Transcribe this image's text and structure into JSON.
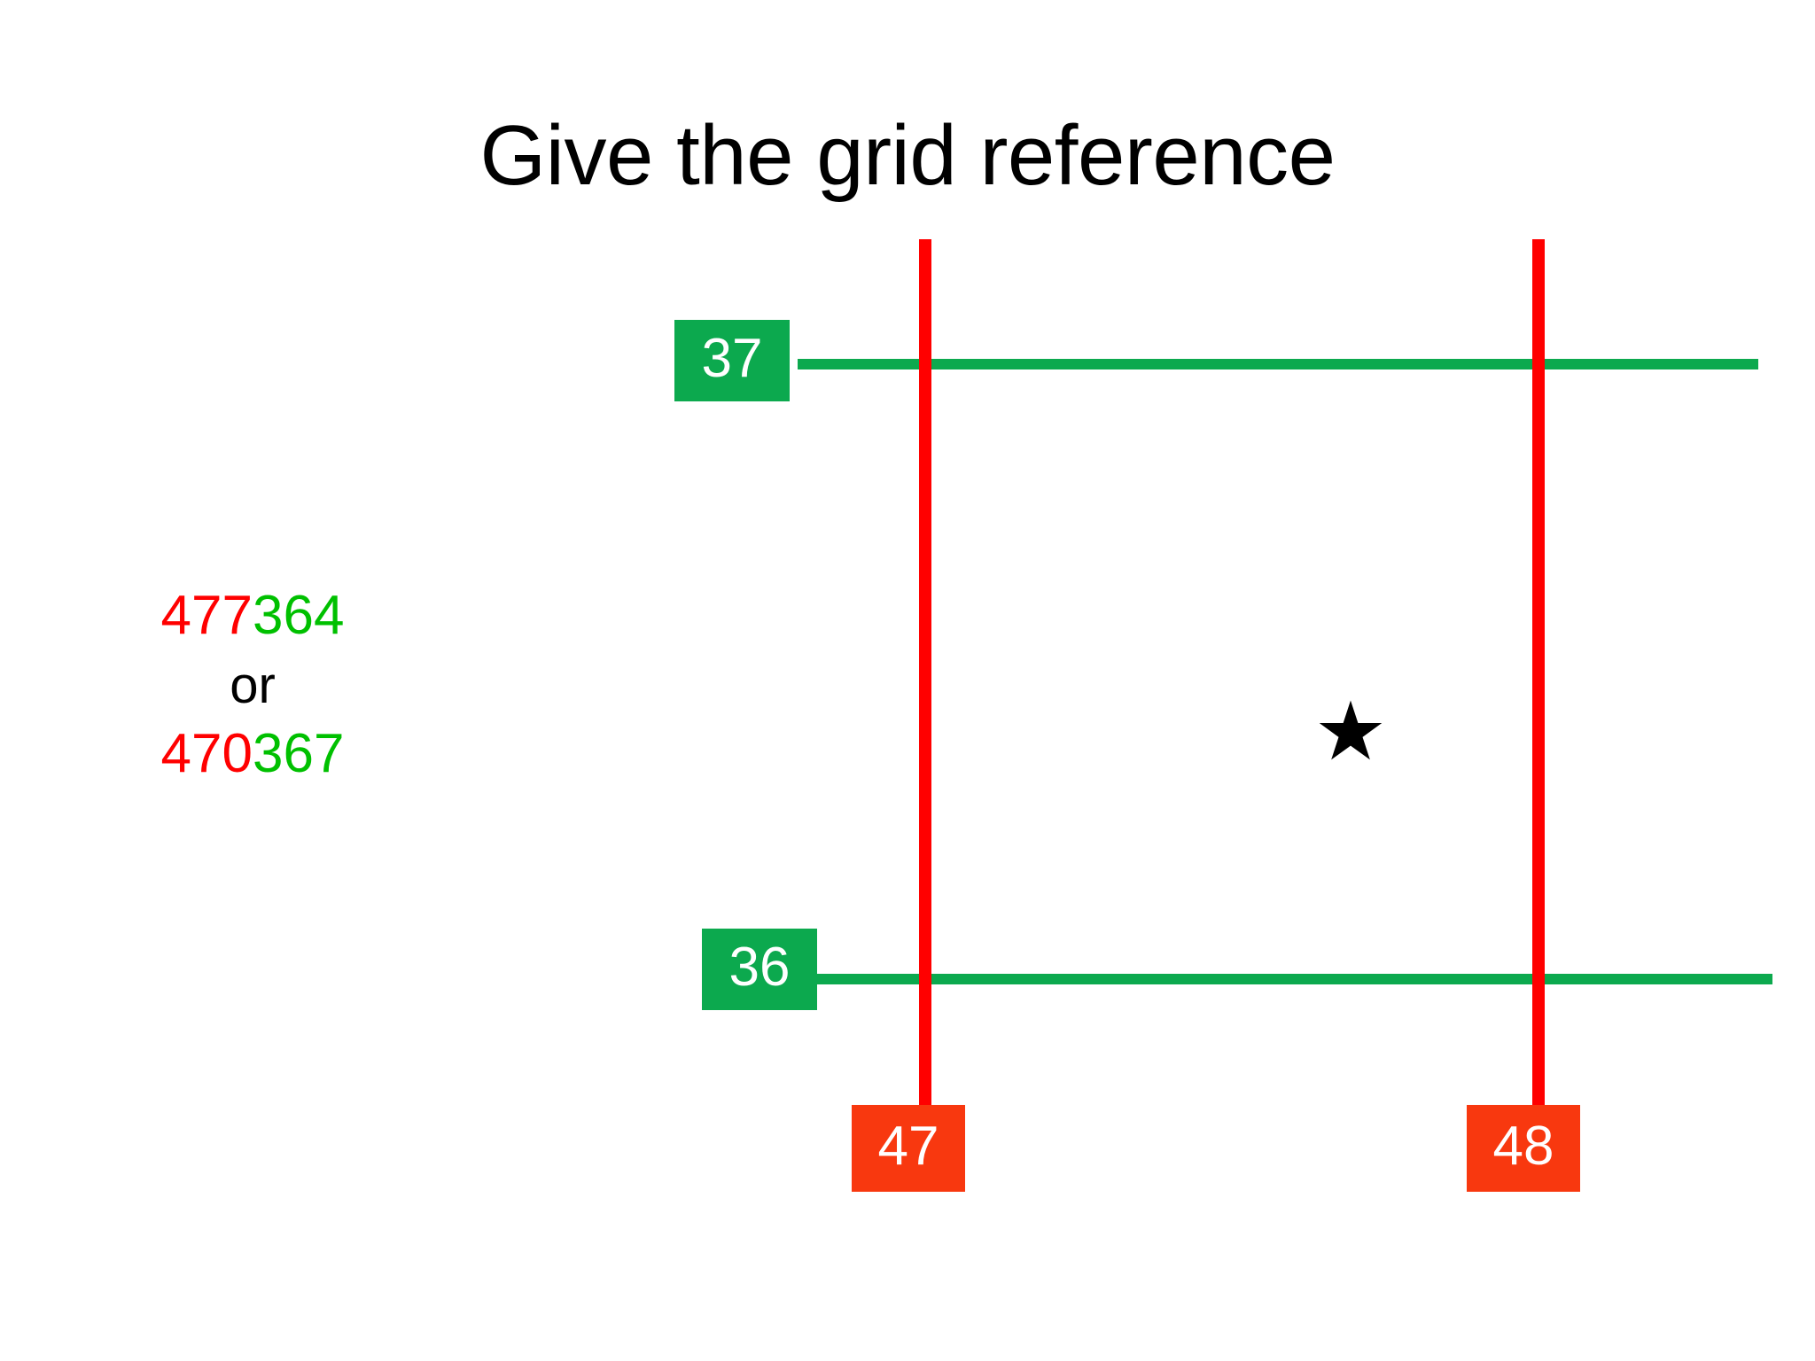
{
  "slide": {
    "title": "Give the grid reference",
    "background_color": "#ffffff"
  },
  "answer": {
    "line1": {
      "easting": "477",
      "northing": "364"
    },
    "connector": "or",
    "line2": {
      "easting": "470",
      "northing": "367"
    },
    "easting_color": "#FF0000",
    "northing_color": "#00C000"
  },
  "grid": {
    "easting_lines": [
      {
        "label": "47"
      },
      {
        "label": "48"
      }
    ],
    "northing_lines": [
      {
        "label": "37"
      },
      {
        "label": "36"
      }
    ],
    "easting_line_color": "#FF0000",
    "northing_line_color": "#0CA94E",
    "easting_label_bg": "#F8380F",
    "northing_label_bg": "#0CA94E",
    "label_text_color": "#ffffff"
  },
  "marker": {
    "glyph": "★",
    "color": "#000000"
  }
}
